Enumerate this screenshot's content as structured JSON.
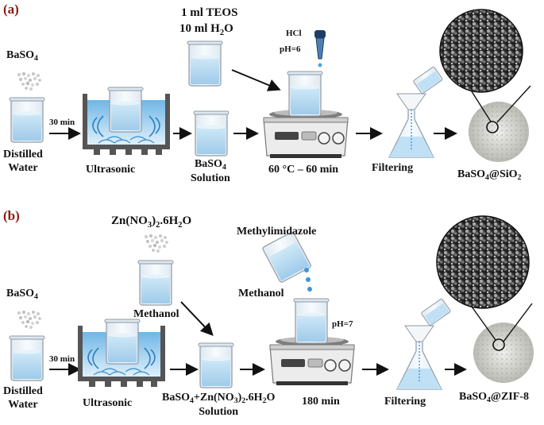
{
  "panel_a": {
    "tag": "(a)",
    "baso4": {
      "main": "BaSO",
      "sub": "4"
    },
    "distilled_water": [
      "Distilled",
      "Water"
    ],
    "time_label": "30 min",
    "ultrasonic": "Ultrasonic",
    "teos_line1": "1 ml TEOS",
    "teos_line2": {
      "pre": "10 ml H",
      "sub": "2",
      "post": "O"
    },
    "hcl": "HCl",
    "ph": "pH=6",
    "solution": {
      "main": "BaSO",
      "sub": "4",
      "second": "Solution"
    },
    "condition": "60 °C – 60 min",
    "filtering": "Filtering",
    "product": {
      "pre": "BaSO",
      "sub1": "4",
      "mid": "@SiO",
      "sub2": "2"
    }
  },
  "panel_b": {
    "tag": "(b)",
    "baso4": {
      "main": "BaSO",
      "sub": "4"
    },
    "distilled_water": [
      "Distilled",
      "Water"
    ],
    "time_label": "30 min",
    "ultrasonic": "Ultrasonic",
    "zinc": {
      "p1": "Zn(NO",
      "s1": "3",
      "p2": ")",
      "s2": "2",
      "p3": ".6H",
      "s3": "2",
      "p4": "O"
    },
    "methanol_left": "Methanol",
    "methylimidazole": "Methylimidazole",
    "methanol_right": "Methanol",
    "ph": "pH=7",
    "mixture": {
      "p1": "BaSO",
      "s1": "4",
      "p2": "+Zn(NO",
      "s2": "3",
      "p3": ")",
      "s3": "2",
      "p4": ".6H",
      "s4": "2",
      "p5": "O",
      "second": "Solution"
    },
    "time": "180 min",
    "filtering": "Filtering",
    "product": {
      "pre": "BaSO",
      "sub": "4",
      "post": "@ZIF-8"
    }
  },
  "colors": {
    "tag": "#8b1a10",
    "water": "#b9dcf2",
    "arrow": "#111111",
    "pipette": "#2a4e7a"
  }
}
